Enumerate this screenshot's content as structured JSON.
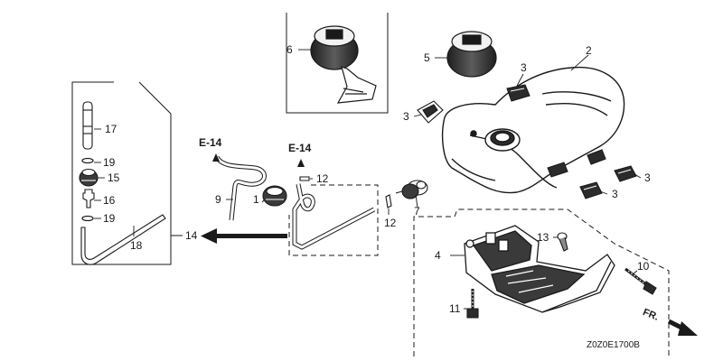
{
  "callouts": {
    "c1": "1",
    "c2": "2",
    "c3a": "3",
    "c3b": "3",
    "c3c": "3",
    "c3d": "3",
    "c4": "4",
    "c5": "5",
    "c6": "6",
    "c7": "7",
    "c9": "9",
    "c10": "10",
    "c11": "11",
    "c12a": "12",
    "c12b": "12",
    "c13": "13",
    "c14": "14",
    "c15": "15",
    "c16": "16",
    "c17": "17",
    "c18": "18",
    "c19a": "19",
    "c19b": "19"
  },
  "references": {
    "e14_left": "E-14",
    "e14_right": "E-14"
  },
  "direction_label": "FR.",
  "diagram_code": "Z0Z0E1700B",
  "colors": {
    "line": "#1a1a1a",
    "fill": "#ffffff",
    "dark": "#3a3a3a",
    "shade": "#8a8a8a"
  }
}
